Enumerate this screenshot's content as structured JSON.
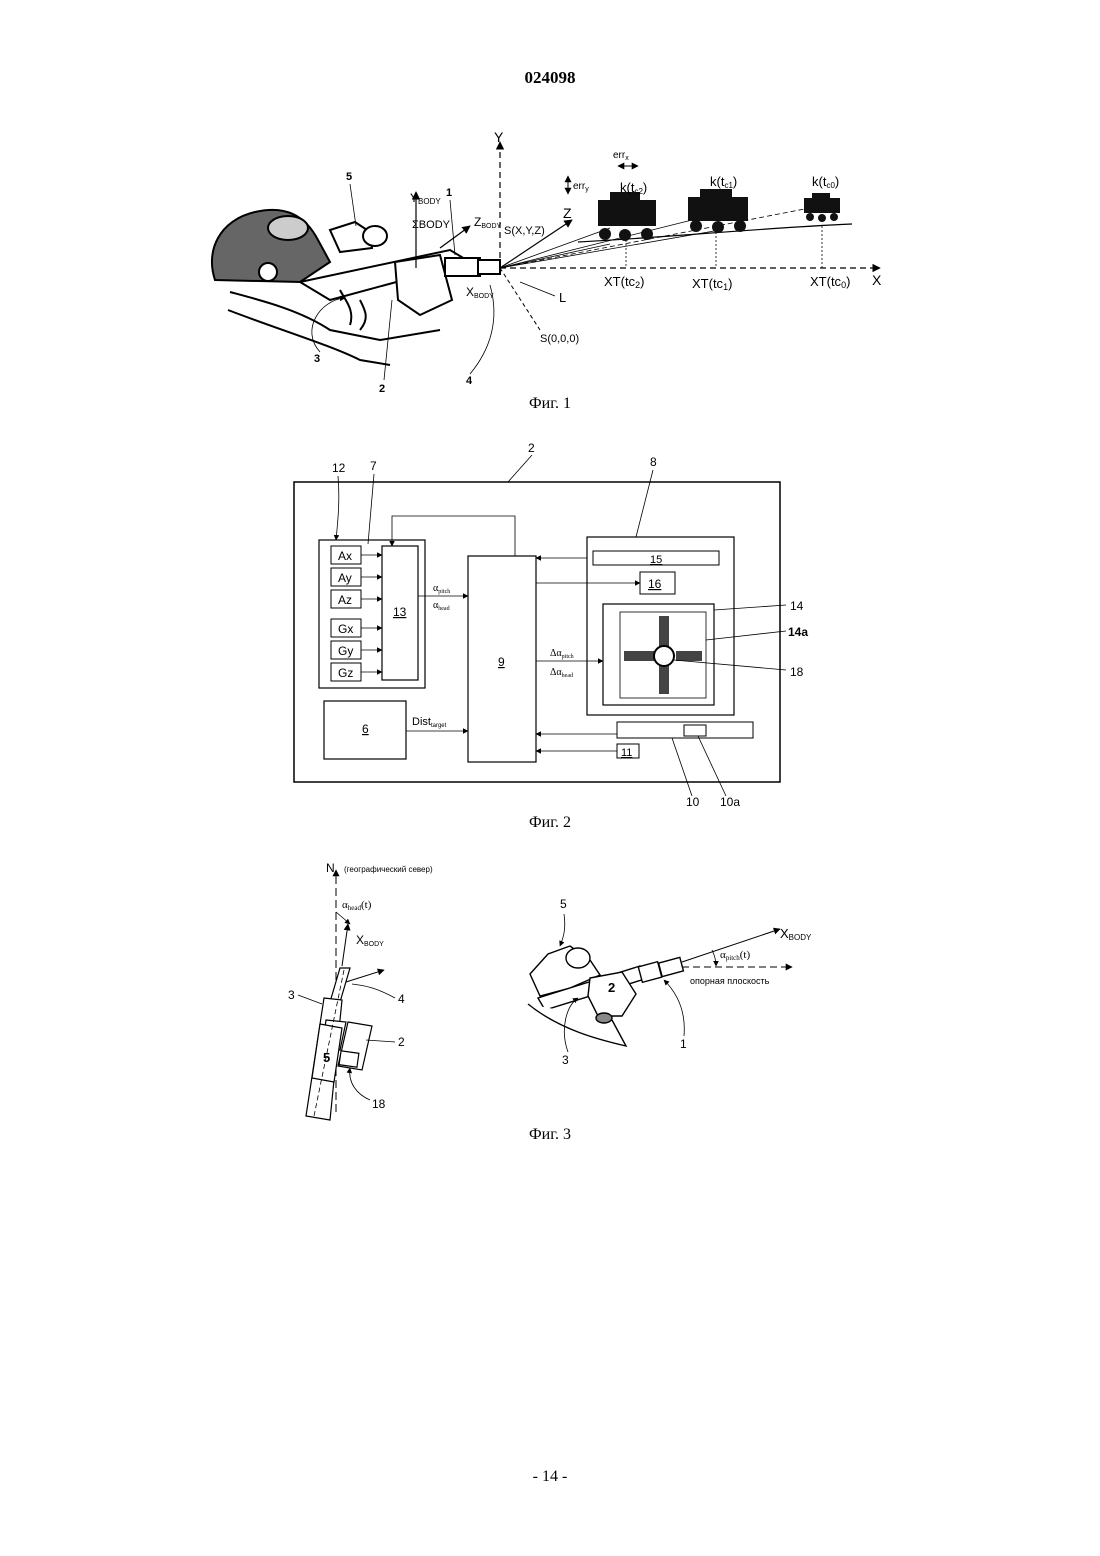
{
  "header": {
    "doc_number": "024098"
  },
  "footer": {
    "page": "- 14 -"
  },
  "fig1": {
    "caption": "Фиг. 1",
    "axis_y": "Y",
    "axis_x": "X",
    "axis_z": "Z",
    "y_body": "Y",
    "y_body_sub": "BODY",
    "z_body": "Z",
    "z_body_sub": "BODY",
    "x_body": "X",
    "x_body_sub": "BODY",
    "sigma_body": "ΣBODY",
    "s_xyz": "S(X,Y,Z)",
    "s_000": "S(0,0,0)",
    "line_l": "L",
    "err_x": "err",
    "err_x_sub": "x",
    "err_y": "err",
    "err_y_sub": "y",
    "k_tc2": "k(t",
    "k_tc2_sub": "c2",
    "k_tc1": "k(t",
    "k_tc1_sub": "c1",
    "k_tc0": "k(t",
    "k_tc0_sub": "c0",
    "close_paren": ")",
    "xt_tc2": "XT(tc",
    "xt_tc2_sub": "2",
    "xt_tc1": "XT(tc",
    "xt_tc1_sub": "1",
    "xt_tc0": "XT(tc",
    "xt_tc0_sub": "0",
    "ref_1": "1",
    "ref_2": "2",
    "ref_3": "3",
    "ref_4": "4",
    "ref_5": "5"
  },
  "fig2": {
    "caption": "Фиг. 2",
    "ref_2": "2",
    "ref_7": "7",
    "ref_8": "8",
    "ref_12": "12",
    "ref_14": "14",
    "ref_14a": "14a",
    "ref_18": "18",
    "ref_10": "10",
    "ref_10a": "10a",
    "sensors": [
      "Ax",
      "Ay",
      "Az",
      "Gx",
      "Gy",
      "Gz"
    ],
    "block_13": "13",
    "block_9": "9",
    "block_6": "6",
    "block_15": "15",
    "block_16": "16",
    "block_11": "11",
    "alpha": "α",
    "alpha_pitch_sub": "pitch",
    "alpha_head_sub": "head",
    "delta_alpha": "Δα",
    "dist": "Dist",
    "dist_sub": "target"
  },
  "fig3": {
    "caption": "Фиг. 3",
    "north": "N",
    "north_note": "(географический север)",
    "alpha_head": "α",
    "alpha_head_sub": "head",
    "alpha_time": "(t)",
    "x_body": "X",
    "x_body_sub": "BODY",
    "alpha_pitch_sub": "pitch",
    "ref_plane": "опорная плоскость",
    "left_3": "3",
    "left_4": "4",
    "left_5": "5",
    "left_2": "2",
    "left_18": "18",
    "right_5": "5",
    "right_2": "2",
    "right_3": "3",
    "right_1": "1"
  }
}
